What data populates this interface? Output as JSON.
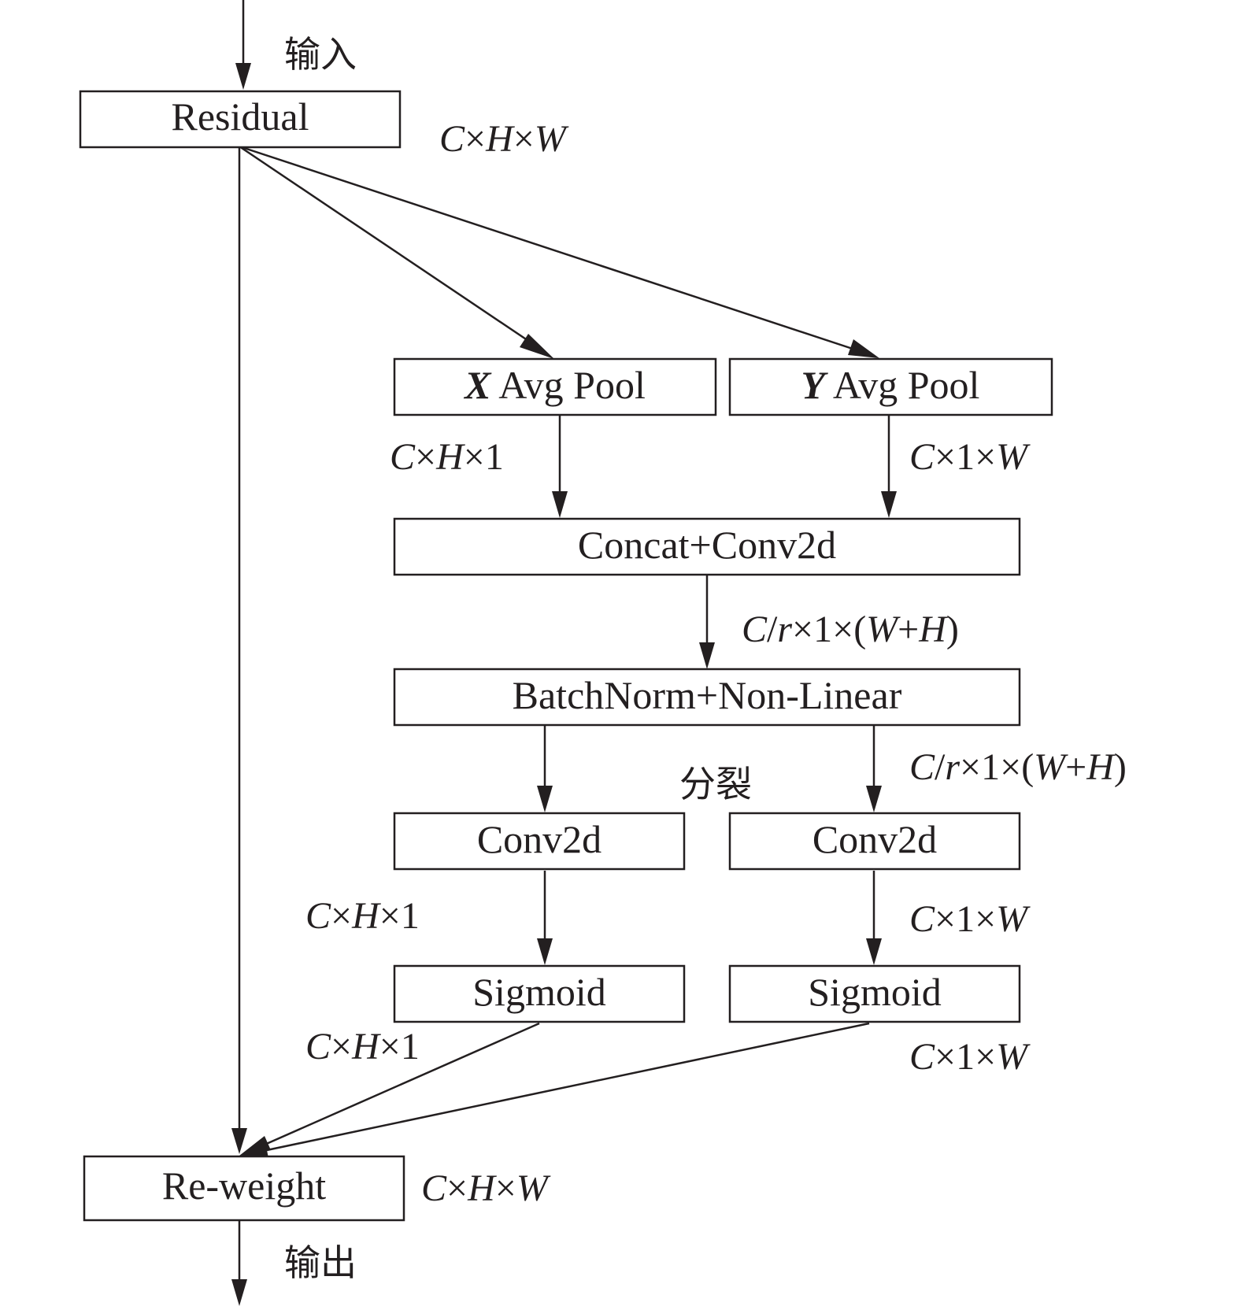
{
  "colors": {
    "stroke": "#231f20",
    "background": "#ffffff"
  },
  "nodes": {
    "residual": {
      "label": "Residual"
    },
    "x_pool": {
      "axis": "X",
      "label": " Avg Pool"
    },
    "y_pool": {
      "axis": "Y",
      "label": " Avg Pool"
    },
    "concat": {
      "label": "Concat+Conv2d"
    },
    "batchnorm": {
      "label": "BatchNorm+Non-Linear"
    },
    "conv_left": {
      "label": "Conv2d"
    },
    "conv_right": {
      "label": "Conv2d"
    },
    "sigmoid_left": {
      "label": "Sigmoid"
    },
    "sigmoid_right": {
      "label": "Sigmoid"
    },
    "reweight": {
      "label": "Re-weight"
    }
  },
  "labels": {
    "input": "输入",
    "output": "输出",
    "split": "分裂",
    "residual_out": [
      "C",
      "×",
      "H",
      "×",
      "W"
    ],
    "x_pool_out": [
      "C",
      "×",
      "H",
      "×1"
    ],
    "y_pool_out": [
      "C",
      "×1×",
      "W"
    ],
    "concat_out": [
      "C",
      "/",
      "r",
      "×1×(",
      "W",
      "+",
      "H",
      ")"
    ],
    "batchnorm_out": [
      "C",
      "/",
      "r",
      "×1×(",
      "W",
      "+",
      "H",
      ")"
    ],
    "conv_left_out": [
      "C",
      "×",
      "H",
      "×1"
    ],
    "conv_right_out": [
      "C",
      "×1×",
      "W"
    ],
    "sigmoid_left_out": [
      "C",
      "×",
      "H",
      "×1"
    ],
    "sigmoid_right_out": [
      "C",
      "×1×",
      "W"
    ],
    "reweight_out": [
      "C",
      "×",
      "H",
      "×",
      "W"
    ]
  }
}
